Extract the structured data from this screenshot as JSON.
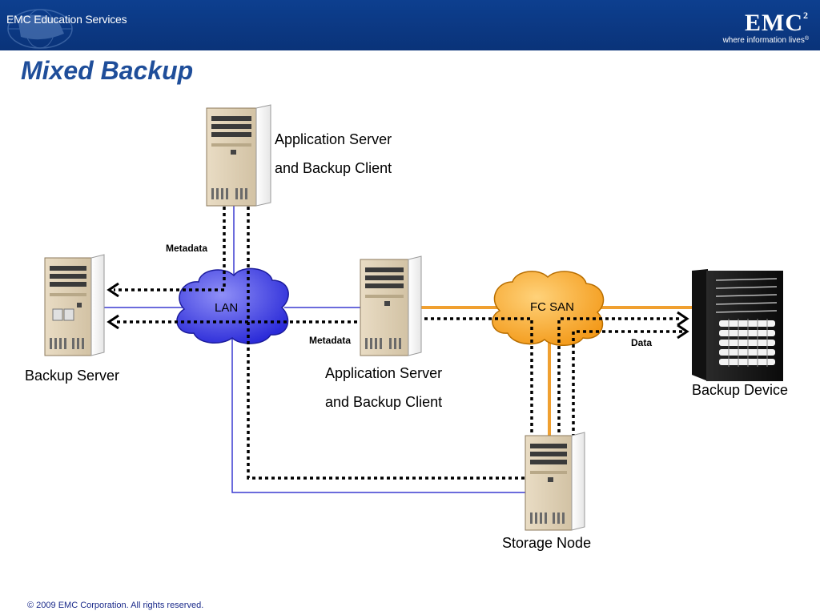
{
  "header": {
    "brand_left": "EMC Education Services",
    "logo": "EMC",
    "logo_sup": "2",
    "logo_tagline": "where information lives"
  },
  "slide": {
    "title": "Mixed Backup"
  },
  "nodes": {
    "app_server_top": {
      "line1": "Application Server",
      "line2": "and Backup Client"
    },
    "app_server_mid": {
      "line1": "Application Server",
      "line2": "and Backup Client"
    },
    "backup_server": {
      "label": "Backup Server"
    },
    "backup_device": {
      "label": "Backup Device"
    },
    "storage_node": {
      "label": "Storage Node"
    }
  },
  "clouds": {
    "lan": "LAN",
    "fc_san": "FC SAN"
  },
  "flow_labels": {
    "metadata_top": "Metadata",
    "metadata_mid": "Metadata",
    "data": "Data"
  },
  "colors": {
    "header_bg": "#0a3379",
    "lan_blue": "#3b3ddc",
    "lan_line": "#3a3ad0",
    "san_orange": "#f5a020",
    "san_line": "#f0a030",
    "title": "#1f4e9a"
  },
  "footer": {
    "copyright": "© 2009 EMC Corporation. All rights reserved."
  }
}
